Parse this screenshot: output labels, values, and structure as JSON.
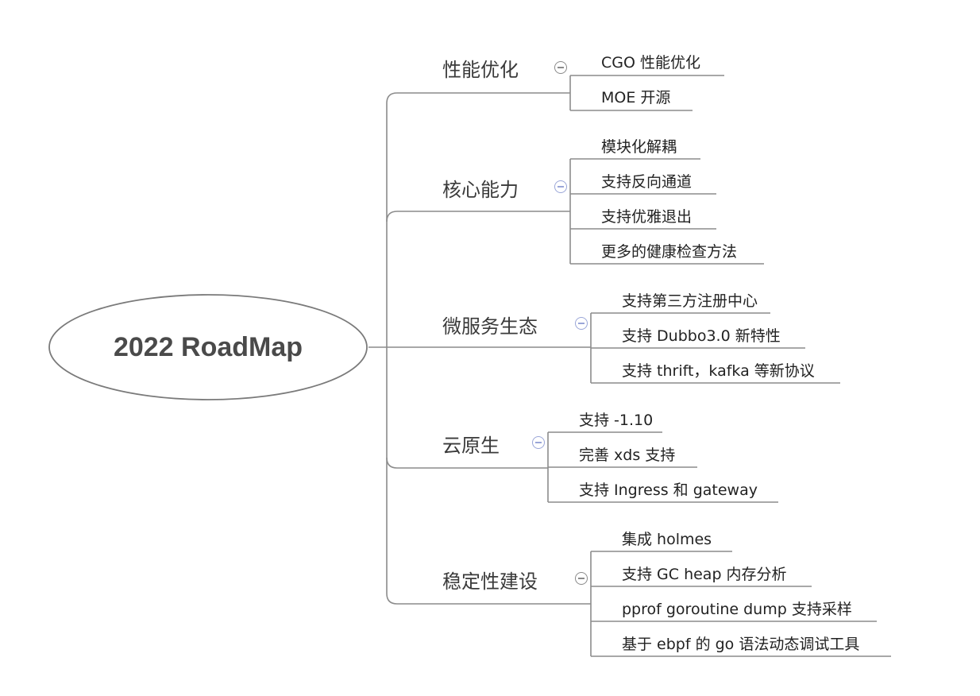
{
  "root": {
    "label": "2022 RoadMap"
  },
  "branches": [
    {
      "label": "性能优化",
      "leaves": [
        "CGO 性能优化",
        "MOE 开源"
      ]
    },
    {
      "label": "核心能力",
      "leaves": [
        "模块化解耦",
        "支持反向通道",
        "支持优雅退出",
        "更多的健康检查方法"
      ]
    },
    {
      "label": "微服务生态",
      "leaves": [
        "支持第三方注册中心",
        "支持 Dubbo3.0 新特性",
        "支持 thrift，kafka 等新协议"
      ]
    },
    {
      "label": "云原生",
      "leaves": [
        "支持 -1.10",
        "完善 xds 支持",
        "支持 Ingress 和 gateway"
      ]
    },
    {
      "label": "稳定性建设",
      "leaves": [
        "集成 holmes",
        "支持 GC heap 内存分析",
        "pprof goroutine dump 支持采样",
        "基于 ebpf 的 go 语法动态调试工具"
      ]
    }
  ]
}
